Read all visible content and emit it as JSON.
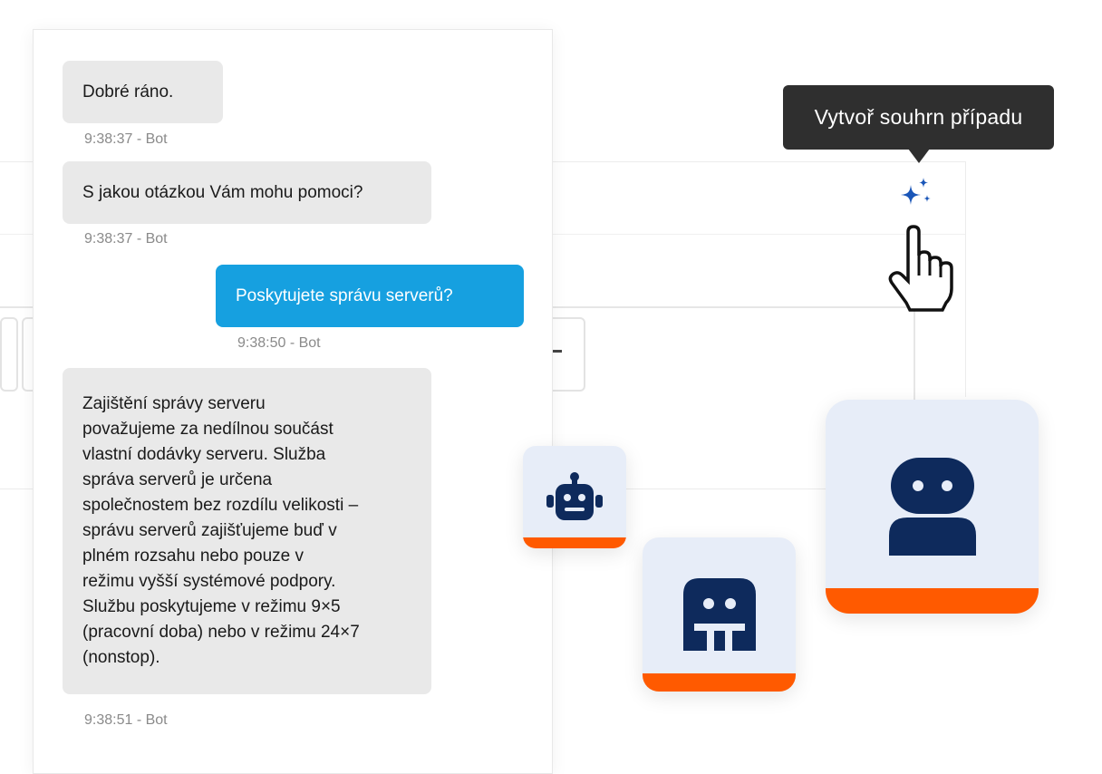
{
  "tooltip": {
    "text": "Vytvoř souhrn případu"
  },
  "icons": {
    "sparkle": "sparkle-icon",
    "cursor": "hand-pointer-icon",
    "bot_small": "robot-head-icon",
    "bot_medium": "robot-face-icon",
    "bot_large": "robot-person-icon"
  },
  "colors": {
    "user_bubble": "#16a0e0",
    "bot_bubble": "#e9e9e9",
    "tooltip_bg": "#2f2f2f",
    "accent_orange": "#ff5a00",
    "robot_navy": "#0e2a5c",
    "tile_bg": "#e7edf8"
  },
  "chat": {
    "messages": [
      {
        "sender": "bot",
        "text": "Dobré ráno.",
        "meta": "9:38:37 - Bot"
      },
      {
        "sender": "bot",
        "text": "S jakou otázkou Vám mohu pomoci?",
        "meta": "9:38:37 - Bot"
      },
      {
        "sender": "user",
        "text": "Poskytujete správu serverů?",
        "meta": "9:38:50 - Bot"
      },
      {
        "sender": "bot",
        "lines": [
          "Zajištění správy serveru",
          "považujeme za nedílnou součást",
          "vlastní dodávky serveru. Služba",
          "správa serverů je určena",
          "společnostem bez rozdílu velikosti –",
          "správu serverů zajišťujeme buď v",
          "plném rozsahu nebo pouze v",
          "režimu vyšší systémové podpory.",
          "Službu poskytujeme v režimu 9×5",
          "(pracovní doba) nebo v režimu 24×7",
          "(nonstop)."
        ],
        "meta": "9:38:51 - Bot"
      }
    ]
  }
}
